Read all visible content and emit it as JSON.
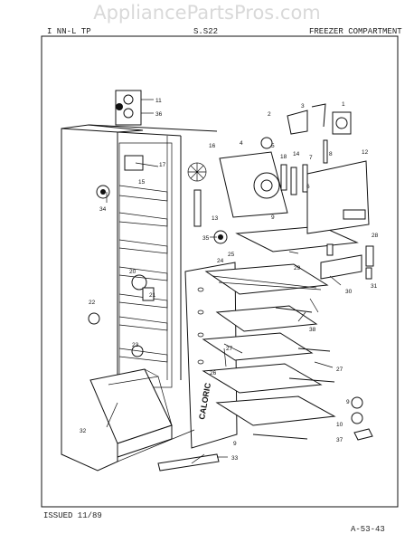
{
  "watermark": "AppliancePartsPros.com",
  "header": {
    "left": "I NN-L TP",
    "center": "S.S22",
    "right": "FREEZER COMPARTMENT"
  },
  "footer": {
    "issued": "ISSUED 11/89",
    "page_code": "A-53-43"
  },
  "brand_plate": "CALORIC",
  "part_callouts": [
    "1",
    "2",
    "3",
    "4",
    "5",
    "6",
    "7",
    "8",
    "9",
    "9",
    "9",
    "10",
    "11",
    "12",
    "13",
    "14",
    "15",
    "16",
    "17",
    "18",
    "20",
    "21",
    "22",
    "23",
    "24",
    "25",
    "26",
    "27",
    "27",
    "28",
    "29",
    "30",
    "31",
    "32",
    "33",
    "34",
    "35",
    "36",
    "37",
    "38"
  ],
  "colors": {
    "ink": "#111111",
    "paper": "#ffffff",
    "watermark": "#d9d9d9"
  }
}
